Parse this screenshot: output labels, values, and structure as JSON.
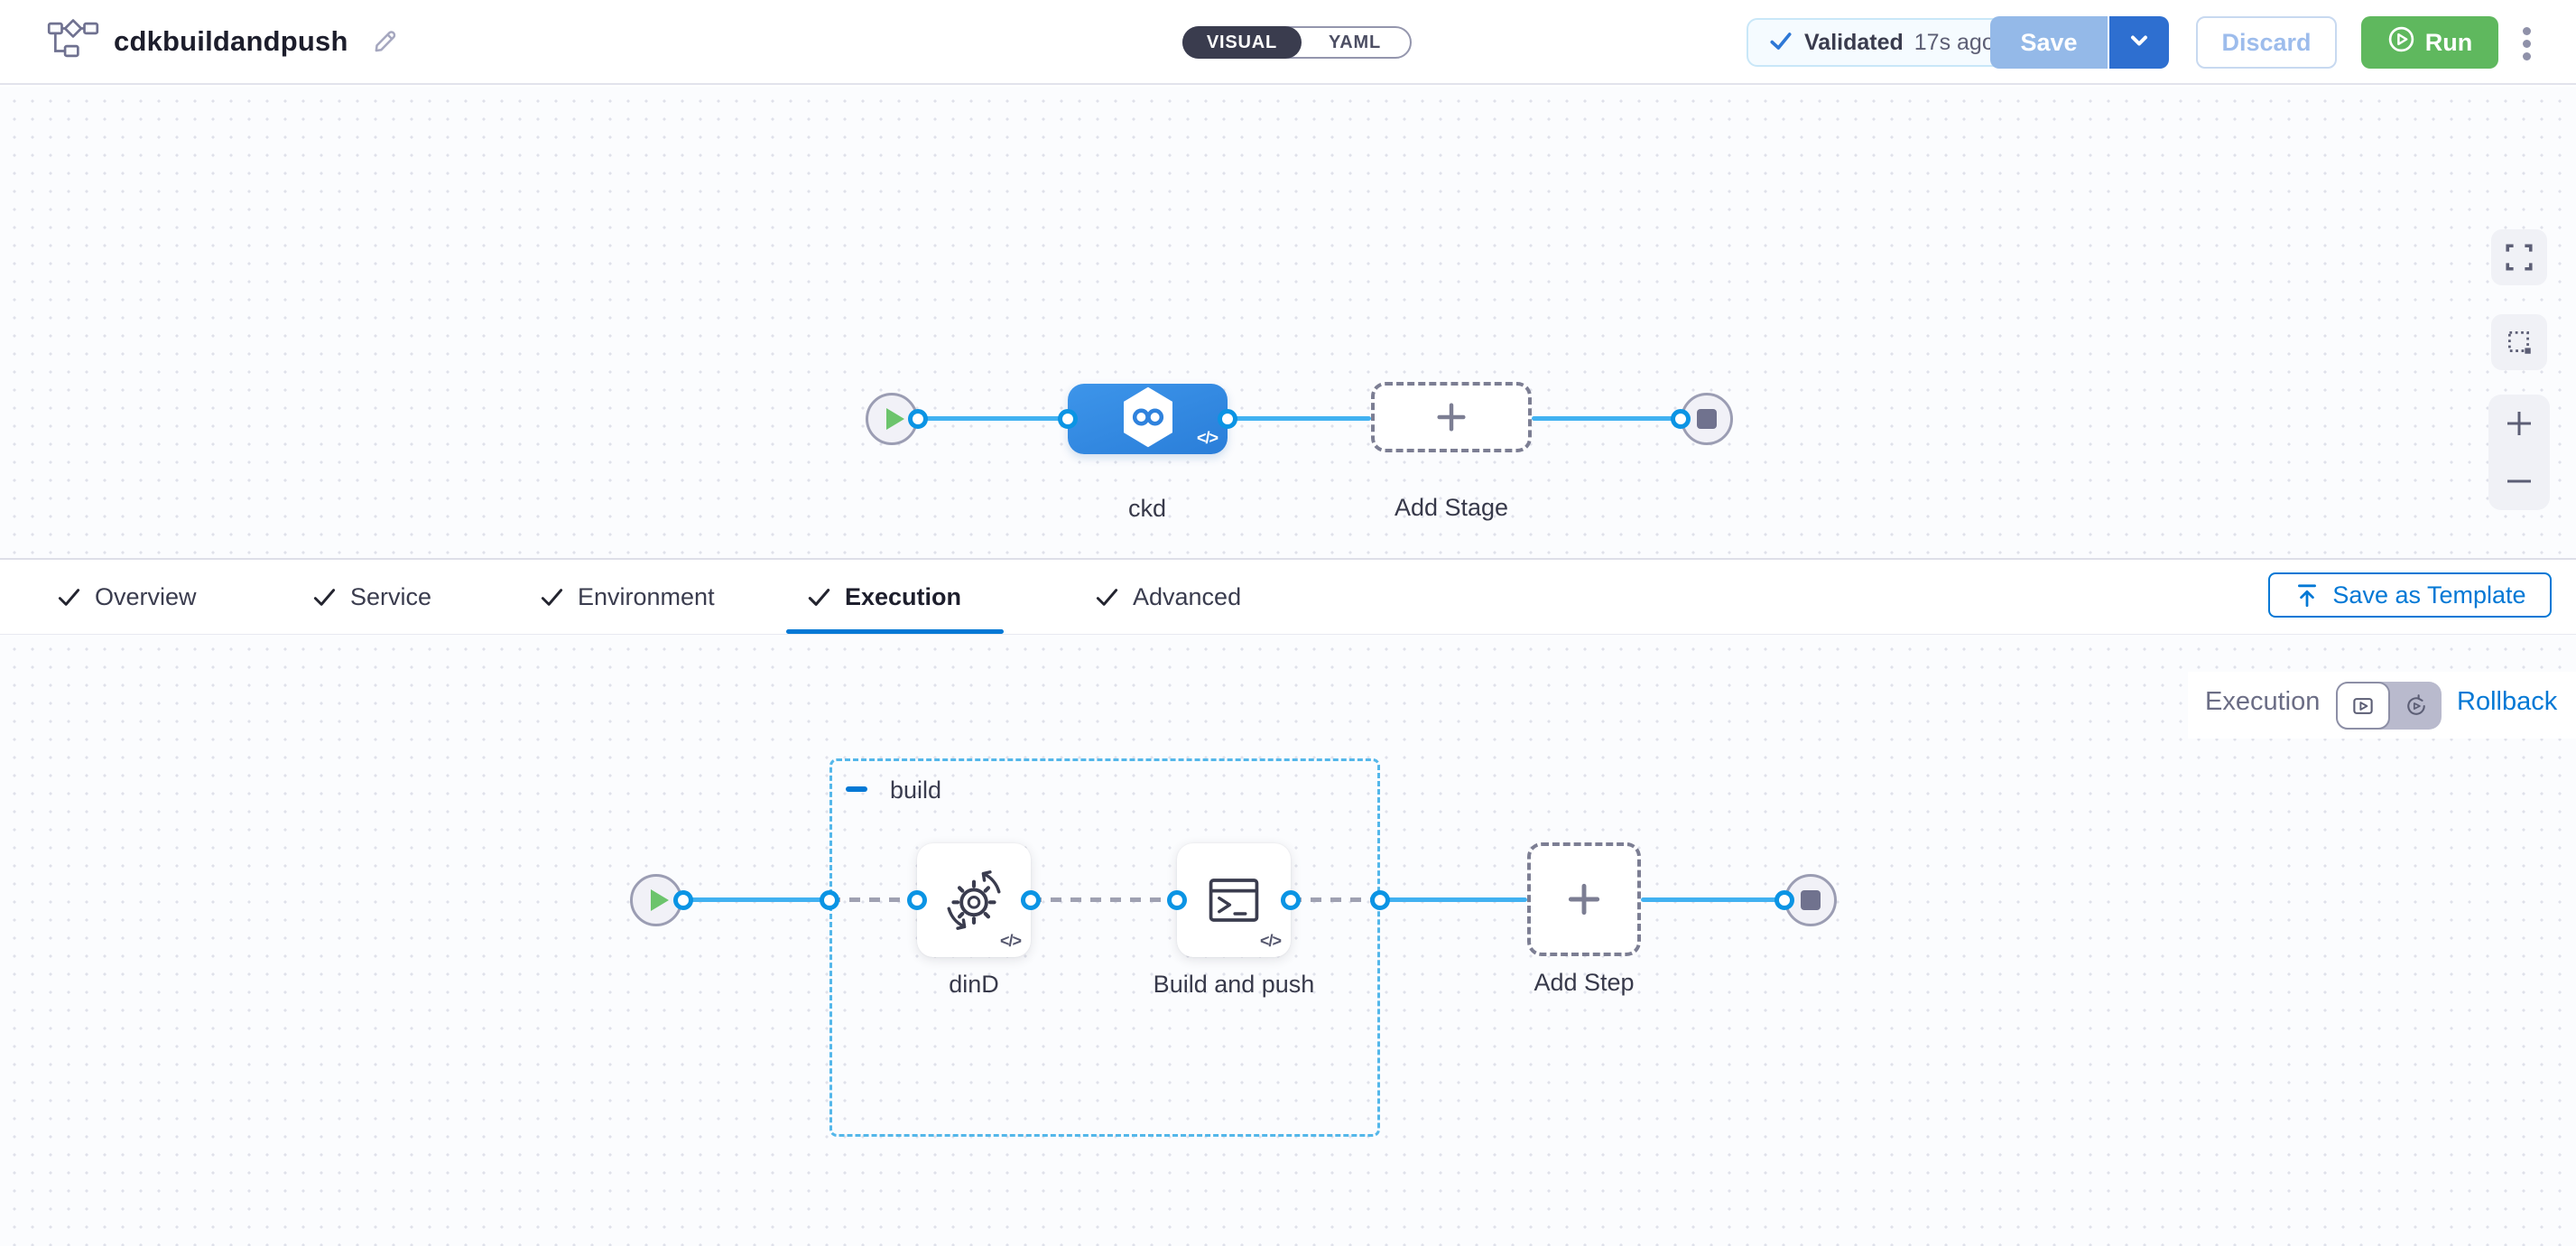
{
  "header": {
    "title": "cdkbuildandpush",
    "view_toggle": {
      "visual_label": "VISUAL",
      "yaml_label": "YAML",
      "selected": "VISUAL"
    },
    "validated_badge": {
      "label": "Validated",
      "time_ago": "17s ago"
    },
    "buttons": {
      "save": "Save",
      "discard": "Discard",
      "run": "Run"
    }
  },
  "stage_canvas": {
    "stage": {
      "name": "ckd",
      "code_glyph": "</>"
    },
    "add_stage_label": "Add Stage"
  },
  "tab_bar": {
    "tabs": [
      {
        "label": "Overview",
        "active": false
      },
      {
        "label": "Service",
        "active": false
      },
      {
        "label": "Environment",
        "active": false
      },
      {
        "label": "Execution",
        "active": true
      },
      {
        "label": "Advanced",
        "active": false
      }
    ],
    "save_as_template_label": "Save as Template"
  },
  "execution_canvas": {
    "mode_label": "Execution",
    "rollback_label": "Rollback",
    "step_group": {
      "label": "build",
      "steps": [
        {
          "name": "dinD",
          "code_glyph": "</>"
        },
        {
          "name": "Build and push",
          "code_glyph": "</>"
        }
      ]
    },
    "add_step_label": "Add Step"
  },
  "colors": {
    "primary_blue": "#0278d5",
    "node_blue": "#2f87e0",
    "connector_blue": "#41b1f1",
    "run_green": "#5fb85e",
    "save_disabled_blue": "#94b9e8",
    "save_chevron_blue": "#2e6fd0",
    "toggle_dark": "#3a3c4e",
    "group_border_blue": "#54b7ea"
  }
}
